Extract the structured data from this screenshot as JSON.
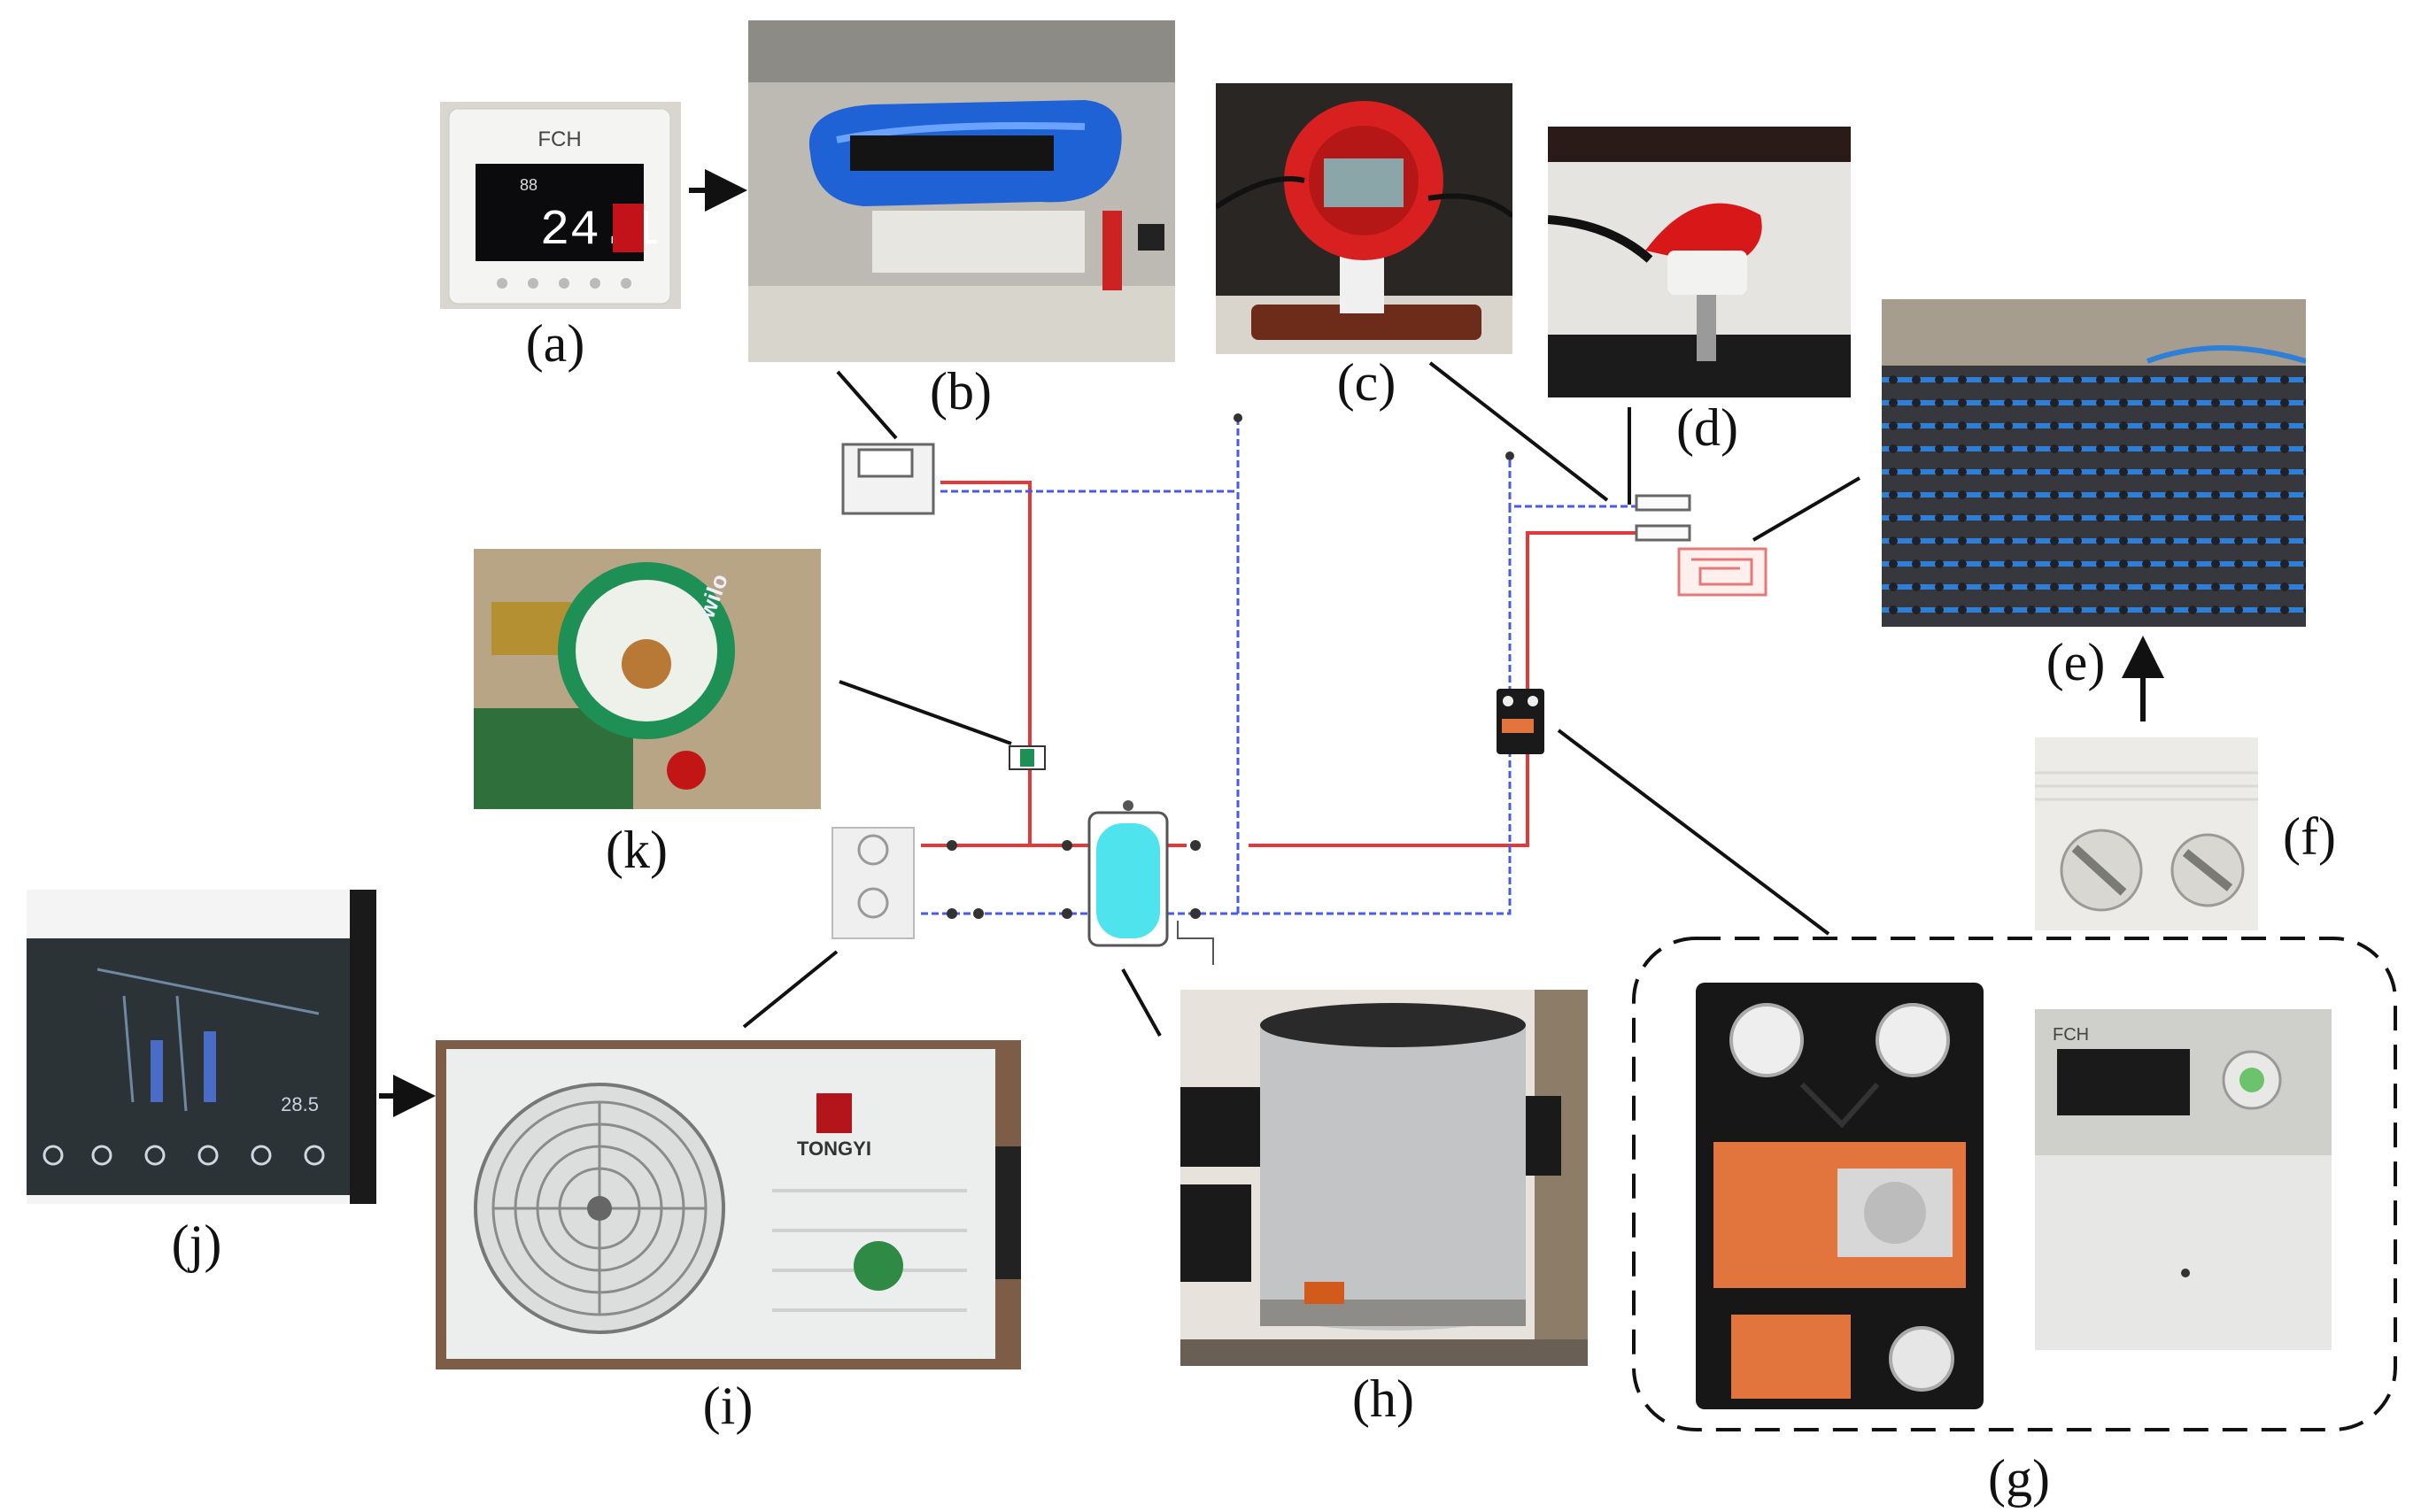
{
  "labels": {
    "a": "(a)",
    "b": "(b)",
    "c": "(c)",
    "d": "(d)",
    "e": "(e)",
    "f": "(f)",
    "g": "(g)",
    "h": "(h)",
    "i": "(i)",
    "j": "(j)",
    "k": "(k)"
  },
  "thermostat_a": {
    "brand": "FCH",
    "humidity": "88",
    "temperature": "24.1"
  },
  "controller_g": {
    "brand": "FCH"
  },
  "display_j": {
    "reading": "28.5"
  },
  "heat_pump_i": {
    "brand": "TONGYI"
  },
  "pump_k": {
    "brand": "wilo"
  },
  "colors": {
    "supply_pipe": "#e23a3a",
    "return_pipe": "#4a5be0",
    "tank": "#4fe3ee",
    "leader": "#111111"
  }
}
